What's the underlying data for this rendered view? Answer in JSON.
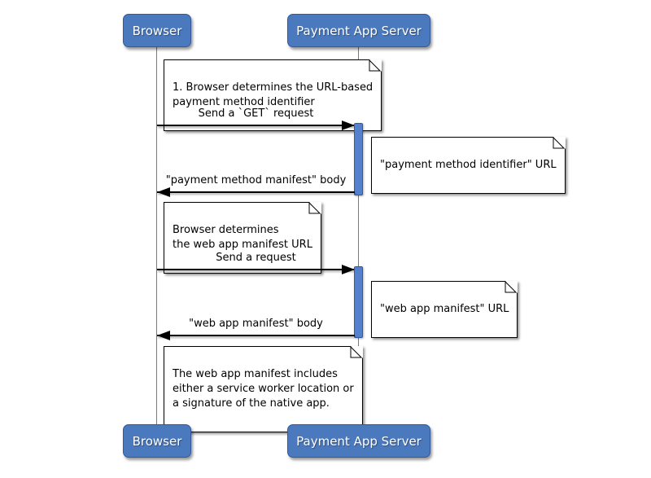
{
  "diagram_type": "uml-sequence-diagram",
  "actors": [
    {
      "id": "browser",
      "label": "Browser"
    },
    {
      "id": "server",
      "label": "Payment App Server"
    }
  ],
  "messages": [
    {
      "from": "browser",
      "to": "server",
      "label": "Send a `GET` request"
    },
    {
      "from": "server",
      "to": "browser",
      "label": "\"payment method manifest\" body"
    },
    {
      "from": "browser",
      "to": "server",
      "label": "Send a request"
    },
    {
      "from": "server",
      "to": "browser",
      "label": "\"web app manifest\" body"
    }
  ],
  "notes": [
    {
      "text": "1. Browser determines the URL-based\npayment method identifier"
    },
    {
      "text": "\"payment method identifier\" URL"
    },
    {
      "text": "Browser determines\nthe web app manifest URL"
    },
    {
      "text": "\"web app manifest\" URL"
    },
    {
      "text": "The web app manifest includes\neither a service worker location or\na signature of the native app."
    }
  ],
  "colors": {
    "actor_fill": "#4b79be",
    "actor_border": "#33599c",
    "activation_fill": "#5480cd",
    "lifeline": "#7a7a7a",
    "note_fill": "#ffffff",
    "line": "#000000"
  }
}
